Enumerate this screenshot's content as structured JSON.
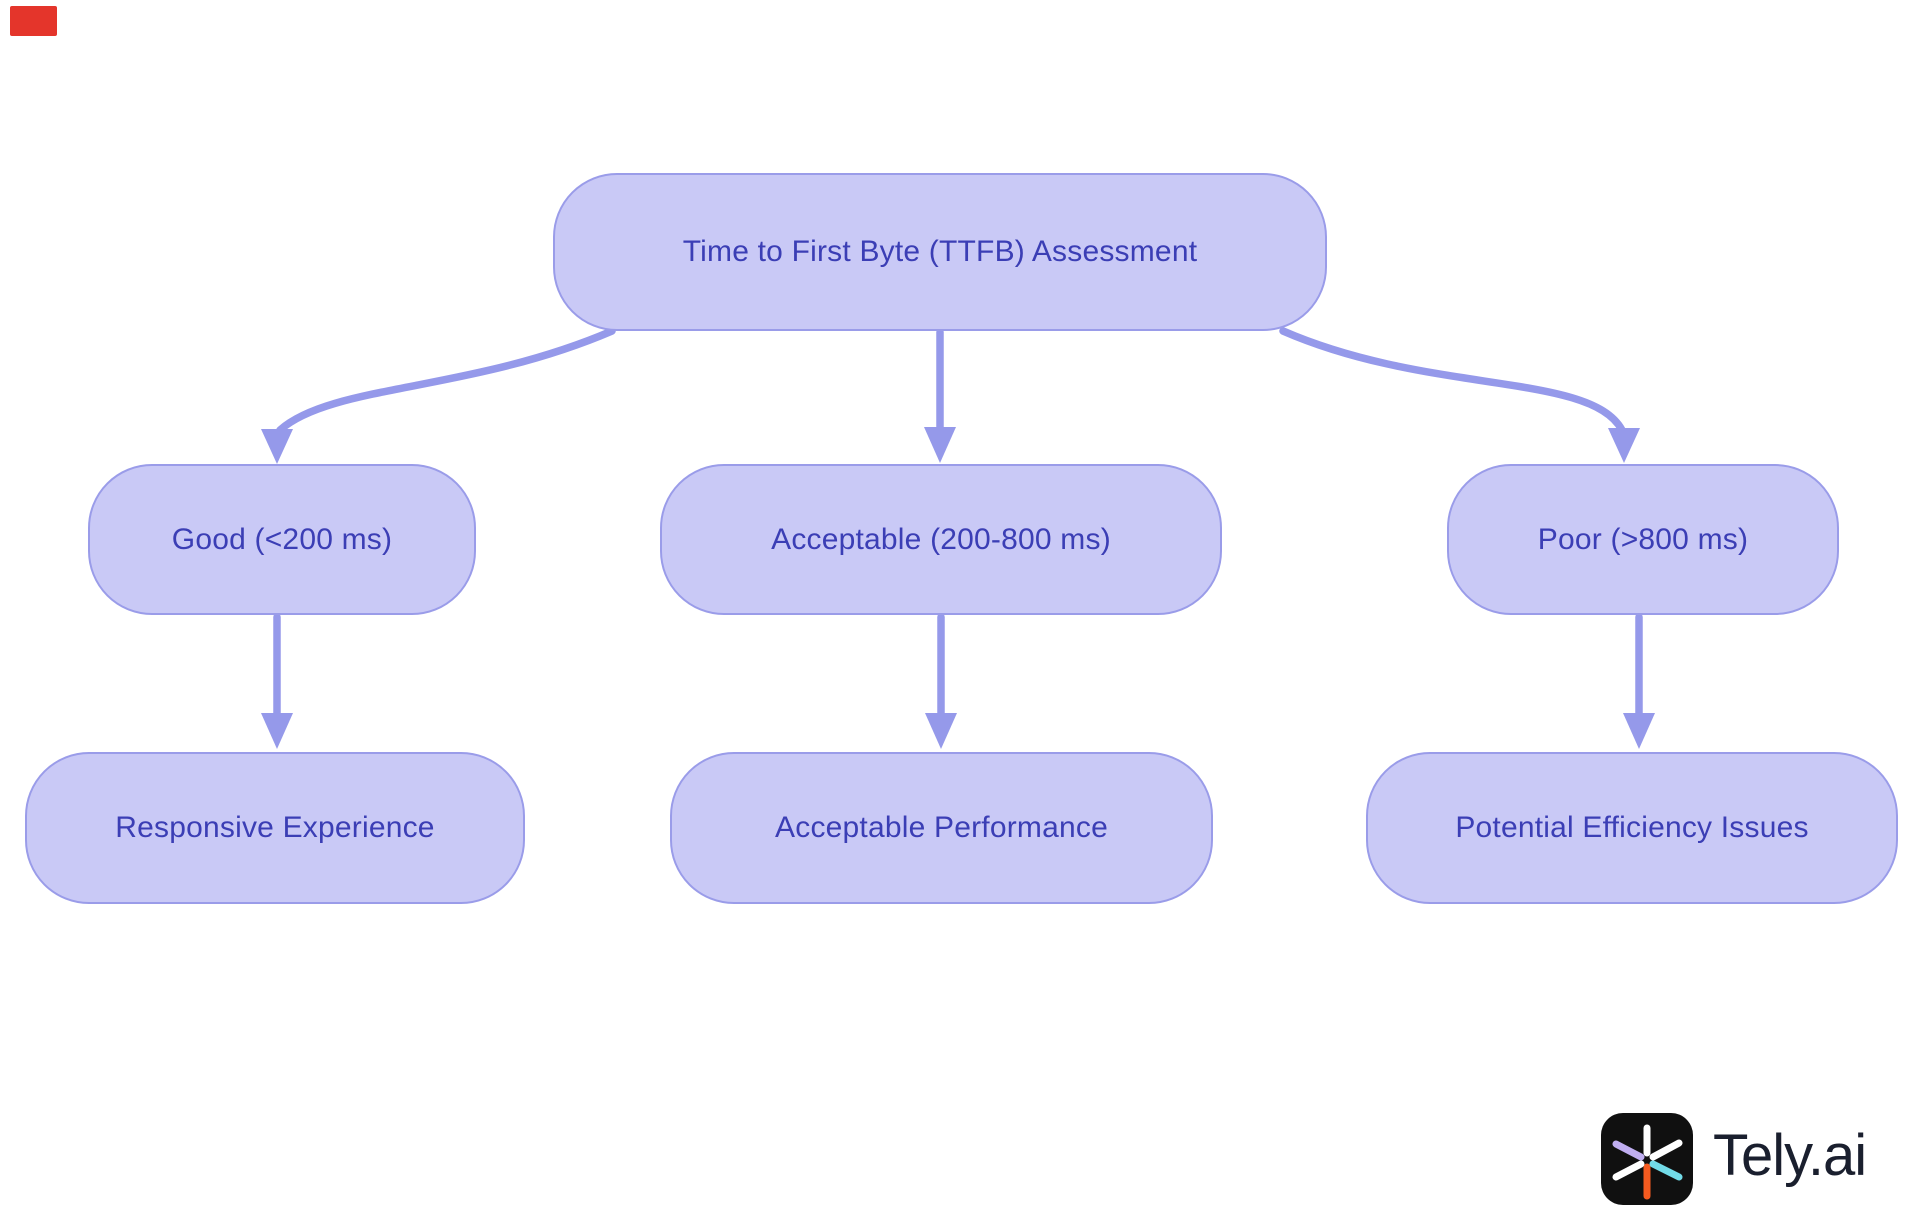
{
  "page": {
    "background": "#ffffff",
    "recording_badge_color": "#e4352b"
  },
  "diagram": {
    "type": "flowchart",
    "colors": {
      "node_fill": "#c9c9f6",
      "node_border": "#9a9ce9",
      "edge": "#9599ea",
      "label_text": "#3b3eb5"
    },
    "nodes": {
      "root": {
        "label": "Time to First Byte (TTFB) Assessment"
      },
      "good": {
        "label": "Good (<200 ms)"
      },
      "acceptable": {
        "label": "Acceptable (200-800 ms)"
      },
      "poor": {
        "label": "Poor (>800 ms)"
      },
      "responsive": {
        "label": "Responsive Experience"
      },
      "acceptable_perf": {
        "label": "Acceptable Performance"
      },
      "potential": {
        "label": "Potential Efficiency Issues"
      }
    },
    "edges": [
      {
        "from": "root",
        "to": "good"
      },
      {
        "from": "root",
        "to": "acceptable"
      },
      {
        "from": "root",
        "to": "poor"
      },
      {
        "from": "good",
        "to": "responsive"
      },
      {
        "from": "acceptable",
        "to": "acceptable_perf"
      },
      {
        "from": "poor",
        "to": "potential"
      }
    ]
  },
  "branding": {
    "logo_text": "Tely.ai",
    "logo_square_color": "#101010",
    "spoke_colors": {
      "top": "#ffffff",
      "bottom": "#f55a1f",
      "upper_left": "#c0aef1",
      "lower_left": "#ffffff",
      "upper_right": "#ffffff",
      "lower_right": "#72dbe8"
    }
  }
}
